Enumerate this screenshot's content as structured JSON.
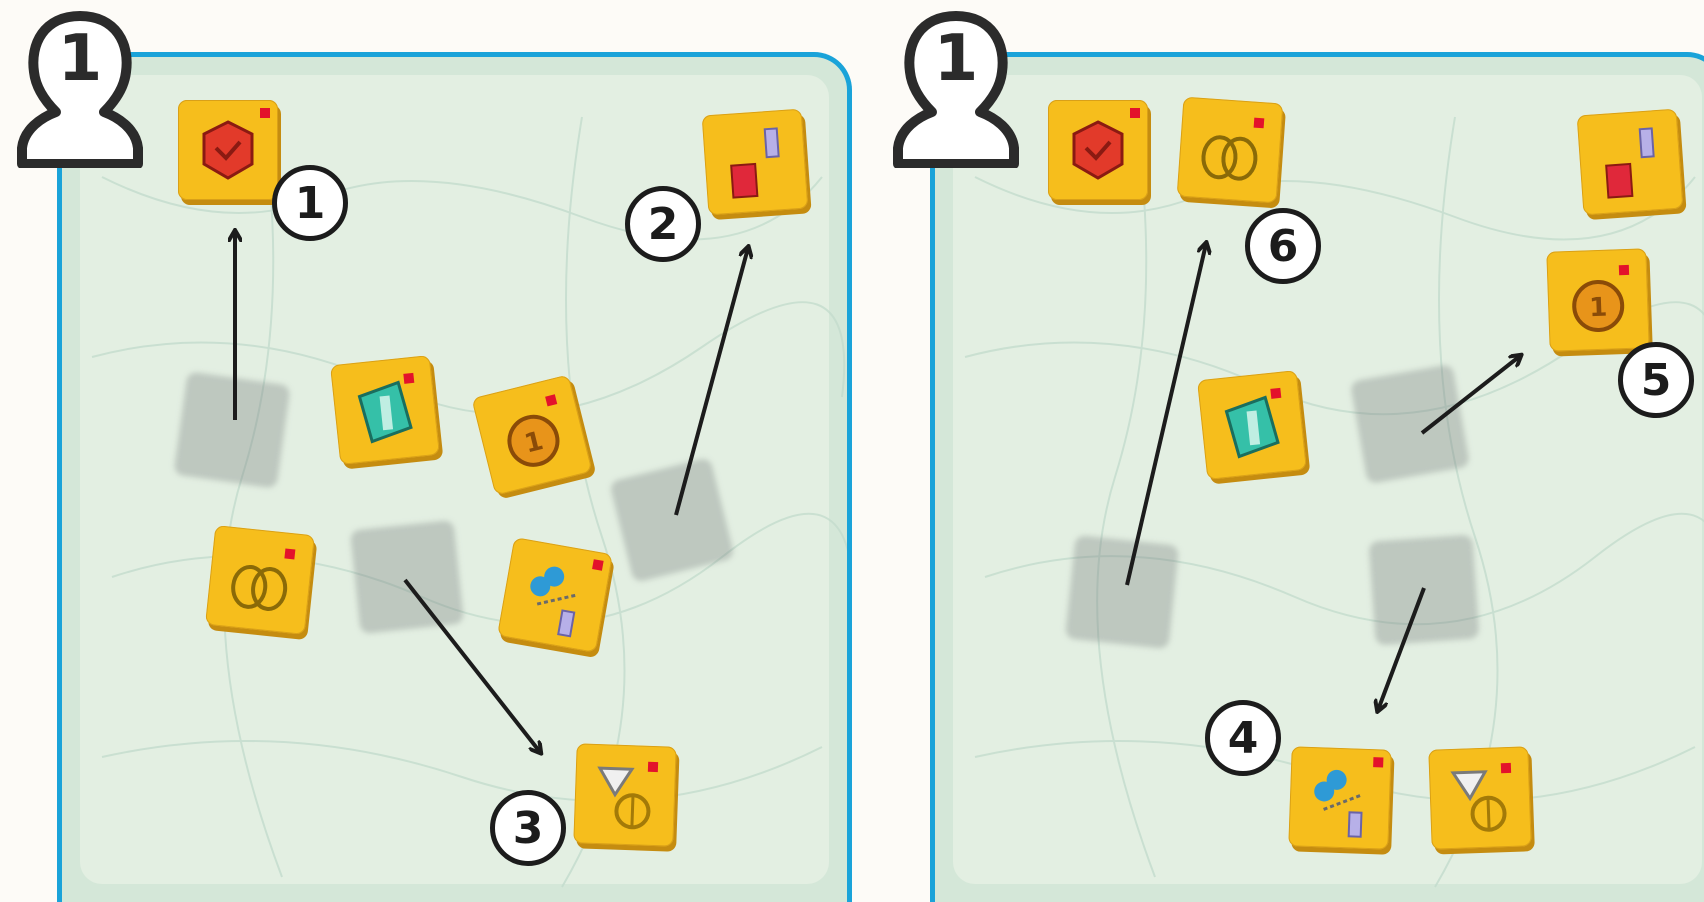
{
  "left_panel": {
    "player_number": "1",
    "badges": [
      "1",
      "2",
      "3"
    ]
  },
  "right_panel": {
    "player_number": "1",
    "badges": [
      "6",
      "5",
      "4"
    ]
  },
  "colors": {
    "frame": "#1aa3d9",
    "board": "#e3efe2",
    "tile": "#f6be1c",
    "arrow": "#1c1c1c"
  },
  "icons": [
    "hexagon-seal-icon",
    "scroll-icon",
    "thread-icon",
    "coin-icon",
    "pretzel-icon",
    "yarn-needle-icon",
    "tooth-coin-icon"
  ]
}
